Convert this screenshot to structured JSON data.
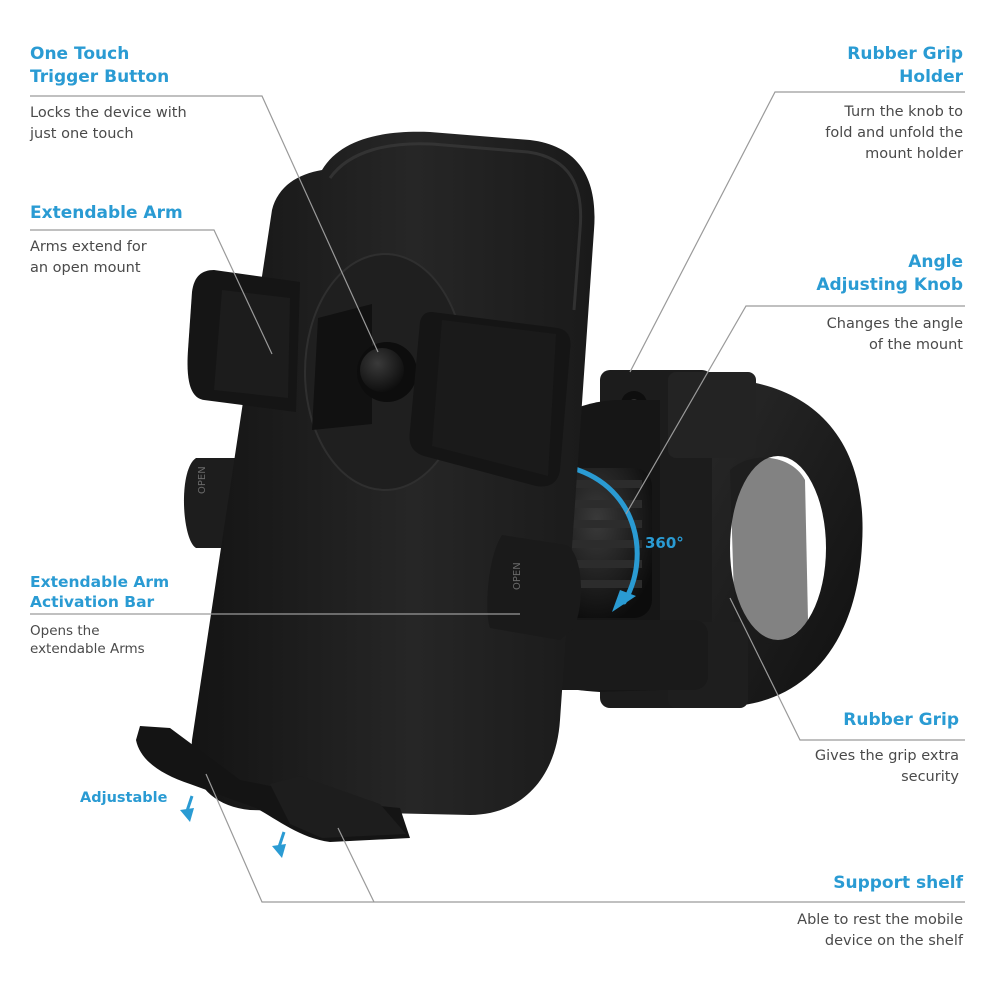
{
  "accent_color": "#2a9bd3",
  "callouts": {
    "trigger_button": {
      "title": "One Touch\nTrigger Button",
      "description": "Locks the device with\njust one touch"
    },
    "extendable_arm": {
      "title": "Extendable Arm",
      "description": "Arms extend for\nan open mount"
    },
    "activation_bar": {
      "title": "Extendable Arm\nActivation Bar",
      "description": "Opens the\nextendable  Arms"
    },
    "adjustable": {
      "title": "Adjustable"
    },
    "rubber_grip_holder": {
      "title": "Rubber Grip\nHolder",
      "description": "Turn the knob to\nfold and unfold the\nmount holder"
    },
    "angle_knob": {
      "title": "Angle\nAdjusting Knob",
      "description": "Changes the angle\nof the mount"
    },
    "rubber_grip": {
      "title": "Rubber Grip",
      "description": "Gives the grip extra\nsecurity"
    },
    "support_shelf": {
      "title": "Support shelf",
      "description": "Able to rest the mobile\ndevice on the shelf"
    }
  },
  "rotation_label": "360°",
  "arm_tab_label": "OPEN"
}
